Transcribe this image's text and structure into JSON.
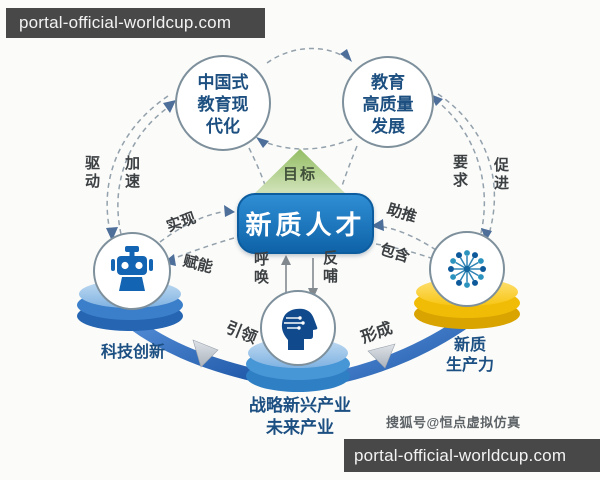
{
  "banners": {
    "top": "portal-official-worldcup.com",
    "bottom": "portal-official-worldcup.com"
  },
  "credit": "搜狐号@恒点虚拟仿真",
  "diagram": {
    "center_node": "新质人才",
    "goal_label": "目标",
    "top_left_node": {
      "lines": [
        "中国式",
        "教育现",
        "代化"
      ]
    },
    "top_right_node": {
      "lines": [
        "教育",
        "高质量",
        "发展"
      ]
    },
    "left_node": {
      "label": "科技创新"
    },
    "right_node": {
      "lines": [
        "新质",
        "生产力"
      ]
    },
    "bottom_node": {
      "lines": [
        "战略新兴产业",
        "未来产业"
      ]
    },
    "edges": {
      "drive": "驱动",
      "accelerate": "加速",
      "realize": "实现",
      "empower": "赋能",
      "demand": "要求",
      "promote": "促进",
      "boost": "助推",
      "include": "包含",
      "summon": "呼唤",
      "feedback": "反哺",
      "lead": "引领",
      "form": "形成"
    }
  },
  "colors": {
    "node_text": "#1d5080",
    "center_box_blue": "#1577c2",
    "platform_blue": "#3b7ec9",
    "platform_yellow": "#f3c40f",
    "goal_arrow_green": "#9dc36e",
    "banner_bg": "#484848"
  }
}
